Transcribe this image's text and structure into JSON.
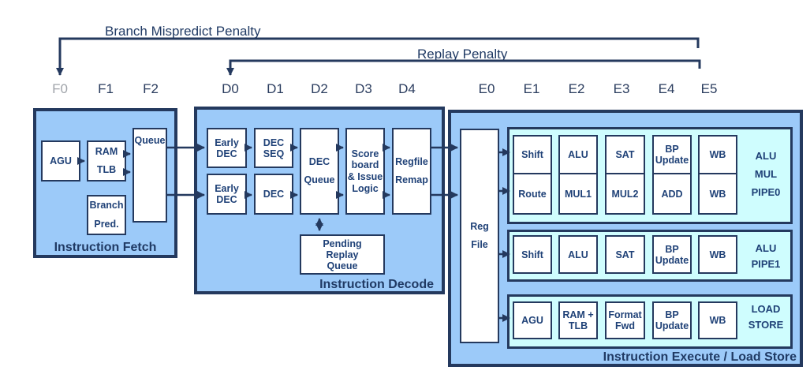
{
  "annotations": {
    "branch_mispredict_label": "Branch Mispredict Penalty",
    "replay_label": "Replay Penalty"
  },
  "stage_labels": {
    "fetch": [
      "F0",
      "F1",
      "F2"
    ],
    "decode": [
      "D0",
      "D1",
      "D2",
      "D3",
      "D4"
    ],
    "execute": [
      "E0",
      "E1",
      "E2",
      "E3",
      "E4",
      "E5"
    ]
  },
  "fetch_unit": {
    "caption": "Instruction Fetch",
    "agu": "AGU",
    "ram_tlb": "RAM\nTLB",
    "queue": "Queue",
    "branch_pred": "Branch\nPred."
  },
  "decode_unit": {
    "caption": "Instruction Decode",
    "early_dec_top": "Early\nDEC",
    "dec_seq": "DEC\nSEQ",
    "early_dec_bottom": "Early\nDEC",
    "dec": "DEC",
    "dec_queue": "DEC\nQueue",
    "scoreboard": "Score\nboard\n& Issue\nLogic",
    "regfile_remap": "Regfile\nRemap",
    "pending_replay_queue": "Pending\nReplay\nQueue"
  },
  "execute_unit": {
    "caption": "Instruction Execute / Load Store",
    "reg_file": "Reg\nFile",
    "pipe0": {
      "label": "ALU\nMUL\nPIPE0",
      "row1": [
        "Shift",
        "ALU",
        "SAT",
        "BP\nUpdate",
        "WB"
      ],
      "row2": [
        "Route",
        "MUL1",
        "MUL2",
        "ADD",
        "WB"
      ]
    },
    "pipe1": {
      "label": "ALU\nPIPE1",
      "row": [
        "Shift",
        "ALU",
        "SAT",
        "BP\nUpdate",
        "WB"
      ]
    },
    "load_store": {
      "label": "LOAD\nSTORE",
      "row": [
        "AGU",
        "RAM +\nTLB",
        "Format\nFwd",
        "BP\nUpdate",
        "WB"
      ]
    }
  },
  "colors": {
    "unit_fill": "#9CCAF9",
    "panel_fill": "#CFFDFE",
    "block_fill": "#FFFFFF",
    "line_and_border": "#24395E",
    "text_navy": "#1F4177",
    "stage_dimmed": "#A0A4AA"
  }
}
